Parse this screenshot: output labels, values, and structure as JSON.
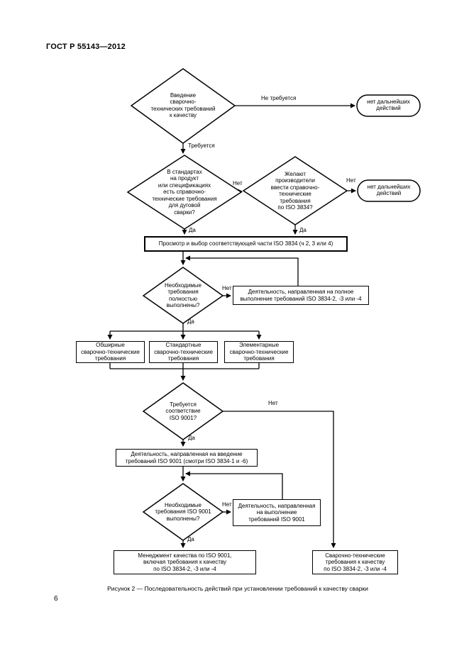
{
  "page": {
    "header_title": "ГОСТ Р 55143—2012",
    "page_number": "6",
    "figure_caption": "Рисунок 2 — Последовательность действий при установлении требований к качеству сварки"
  },
  "labels": {
    "yes": "Да",
    "no": "Нет",
    "required": "Требуется",
    "not_required": "Не требуется"
  },
  "nodes": {
    "decision_intro": "Введение\nсварочно-\nтехнических требований\nк качеству",
    "terminator_no_action_1": "нет дальнейших\nдействий",
    "decision_standards": "В стандартах\nна продукт\nили спецификациях\nесть справочно-\nтехнические требования\nдля дуговой\nсварки?",
    "decision_manufacturers": "Желают\nпроизводители\nввести справочно-\nтехнические\nтребования\nпо ISO 3834?",
    "terminator_no_action_2": "нет дальнейших\nдействий",
    "process_select_part": "Просмотр и выбор соответствующей части ISO 3834 (ч  2, 3 или 4)",
    "decision_requirements_met": "Необходимые\nтребования\nполностью\nвыполнены?",
    "process_fulfill_3834": "Деятельность, направленная на полное\nвыполнение требований ISO 3834-2, -3 или -4",
    "box_extensive": "Обширные\nсварочно-технические\nтребования",
    "box_standard": "Стандартные\nсварочно-технические\nтребования",
    "box_elementary": "Элементарные\nсварочно-технические\nтребования",
    "decision_iso9001_required": "Требуется\nсоответствие\nISO 9001?",
    "process_introduce_9001": "Деятельность, направленная на введение\nтребований ISO 9001 (смотри ISO 3834-1 и -6)",
    "decision_iso9001_met": "Необходимые\nтребования ISO 9001\nвыполнены?",
    "process_fulfill_9001": "Деятельность, направленная\nна выполнение\nтребований ISO 9001",
    "box_quality_management": "Менеджмент качества по ISO 9001,\nвключая требования к качеству\nпо ISO 3834-2, -3 или -4",
    "box_welding_requirements": "Сварочно-технические\nтребования к качеству\nпо ISO 3834-2, -3 или -4"
  },
  "colors": {
    "ink": "#000000",
    "paper": "#ffffff"
  }
}
